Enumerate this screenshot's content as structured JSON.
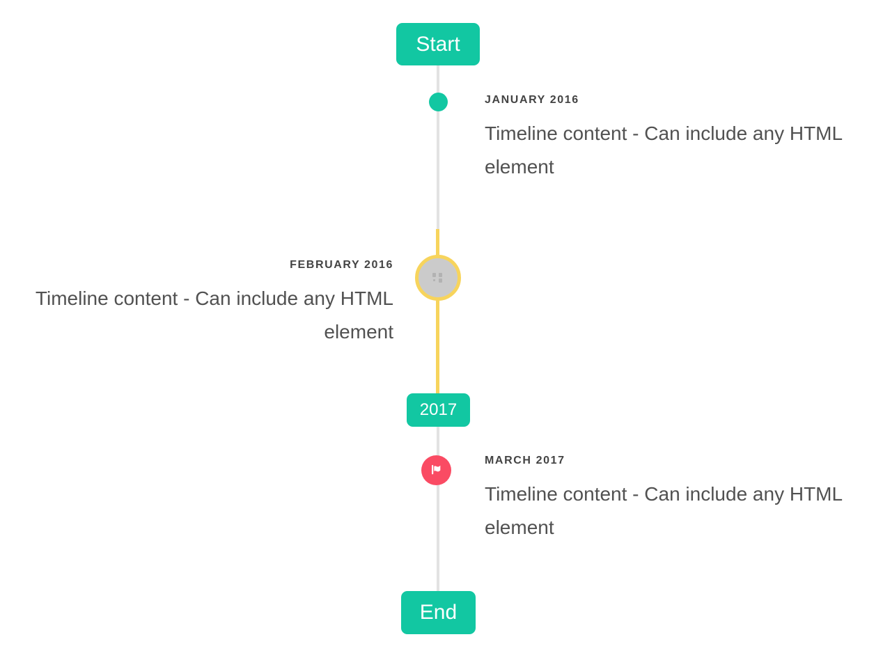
{
  "colors": {
    "teal": "#12c7a2",
    "yellow": "#f7d45c",
    "red": "#fa4b63",
    "line-gray": "#e2e2e2",
    "circle-gray": "#cbcbcb",
    "title-text": "#434343",
    "body-text": "#515151"
  },
  "timeline": {
    "start_label": "Start",
    "year_badge": "2017",
    "end_label": "End",
    "items": [
      {
        "title": "JANUARY 2016",
        "content": "Timeline content - Can include any HTML element",
        "side": "right",
        "marker": "teal-dot"
      },
      {
        "title": "FEBRUARY 2016",
        "content": "Timeline content - Can include any HTML element",
        "side": "left",
        "marker": "image-circle-yellow-ring"
      },
      {
        "title": "MARCH 2017",
        "content": "Timeline content - Can include any HTML element",
        "side": "right",
        "marker": "red-flag-circle"
      }
    ]
  }
}
